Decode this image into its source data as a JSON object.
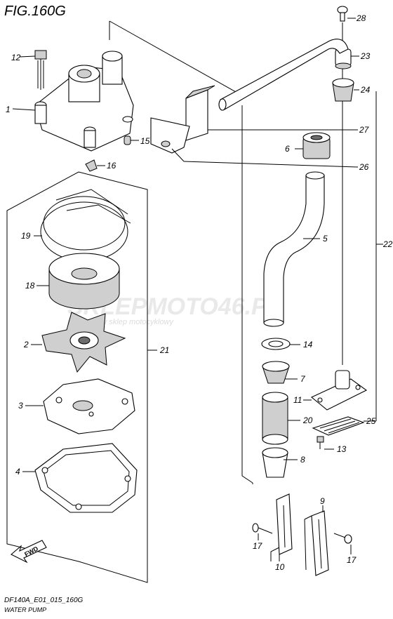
{
  "title": "FIG.160G",
  "footer_code": "DF140A_E01_015_160G",
  "footer_name": "WATER PUMP",
  "watermark_main": "SKLEPMOTO46.PL",
  "watermark_sub": "internetowy sklep motocyklowy",
  "fwd_label": "FWD",
  "labels": {
    "p1": "1",
    "p2": "2",
    "p3": "3",
    "p4": "4",
    "p5": "5",
    "p6": "6",
    "p7": "7",
    "p8": "8",
    "p9": "9",
    "p10": "10",
    "p11": "11",
    "p12": "12",
    "p13": "13",
    "p14": "14",
    "p15": "15",
    "p16": "16",
    "p17a": "17",
    "p17b": "17",
    "p18": "18",
    "p19": "19",
    "p20": "20",
    "p21": "21",
    "p22": "22",
    "p23": "23",
    "p24": "24",
    "p25": "25",
    "p26": "26",
    "p27": "27",
    "p28": "28"
  }
}
